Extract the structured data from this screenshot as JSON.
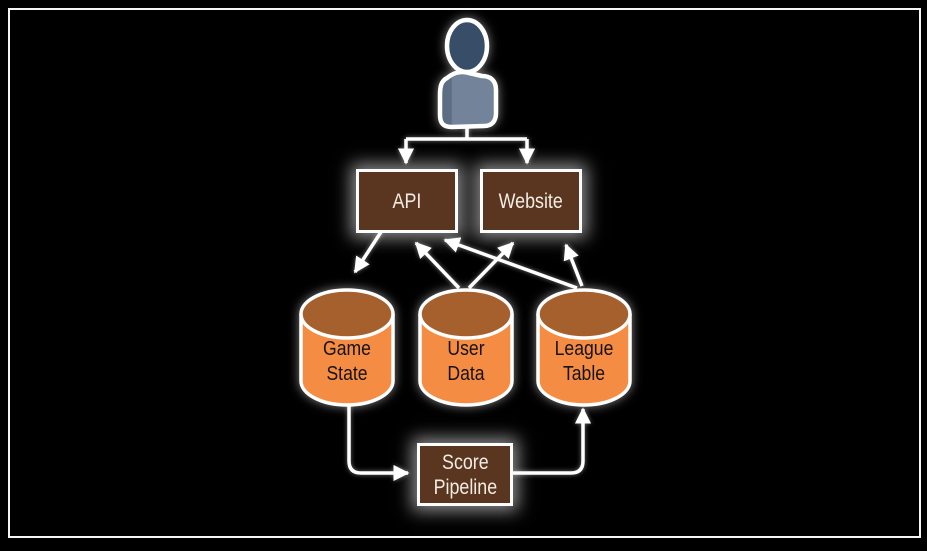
{
  "nodes": {
    "user": {
      "label": "",
      "type": "actor"
    },
    "api": {
      "label": "API",
      "type": "box"
    },
    "website": {
      "label": "Website",
      "type": "box"
    },
    "game_state": {
      "label": "Game\nState",
      "type": "database"
    },
    "user_data": {
      "label": "User\nData",
      "type": "database"
    },
    "league_table": {
      "label": "League\nTable",
      "type": "database"
    },
    "score_pipeline": {
      "label": "Score\nPipeline",
      "type": "box"
    }
  },
  "edges": [
    {
      "from": "user",
      "to": "api"
    },
    {
      "from": "user",
      "to": "website"
    },
    {
      "from": "api",
      "to": "game_state"
    },
    {
      "from": "user_data",
      "to": "api"
    },
    {
      "from": "user_data",
      "to": "website"
    },
    {
      "from": "league_table",
      "to": "api"
    },
    {
      "from": "league_table",
      "to": "website"
    },
    {
      "from": "game_state",
      "to": "score_pipeline"
    },
    {
      "from": "score_pipeline",
      "to": "league_table"
    }
  ],
  "colors": {
    "background": "#000000",
    "frame_border": "#f5f5f5",
    "box_fill": "#5a351f",
    "box_border": "#fdfdfd",
    "box_text": "#f2ede4",
    "cylinder_body": "#f48c44",
    "cylinder_top": "#a5602d",
    "cylinder_text": "#161210",
    "person_head": "#384e68",
    "person_body": "#72839a",
    "person_body_shade": "#5d6e84",
    "arrow": "#ffffff"
  }
}
